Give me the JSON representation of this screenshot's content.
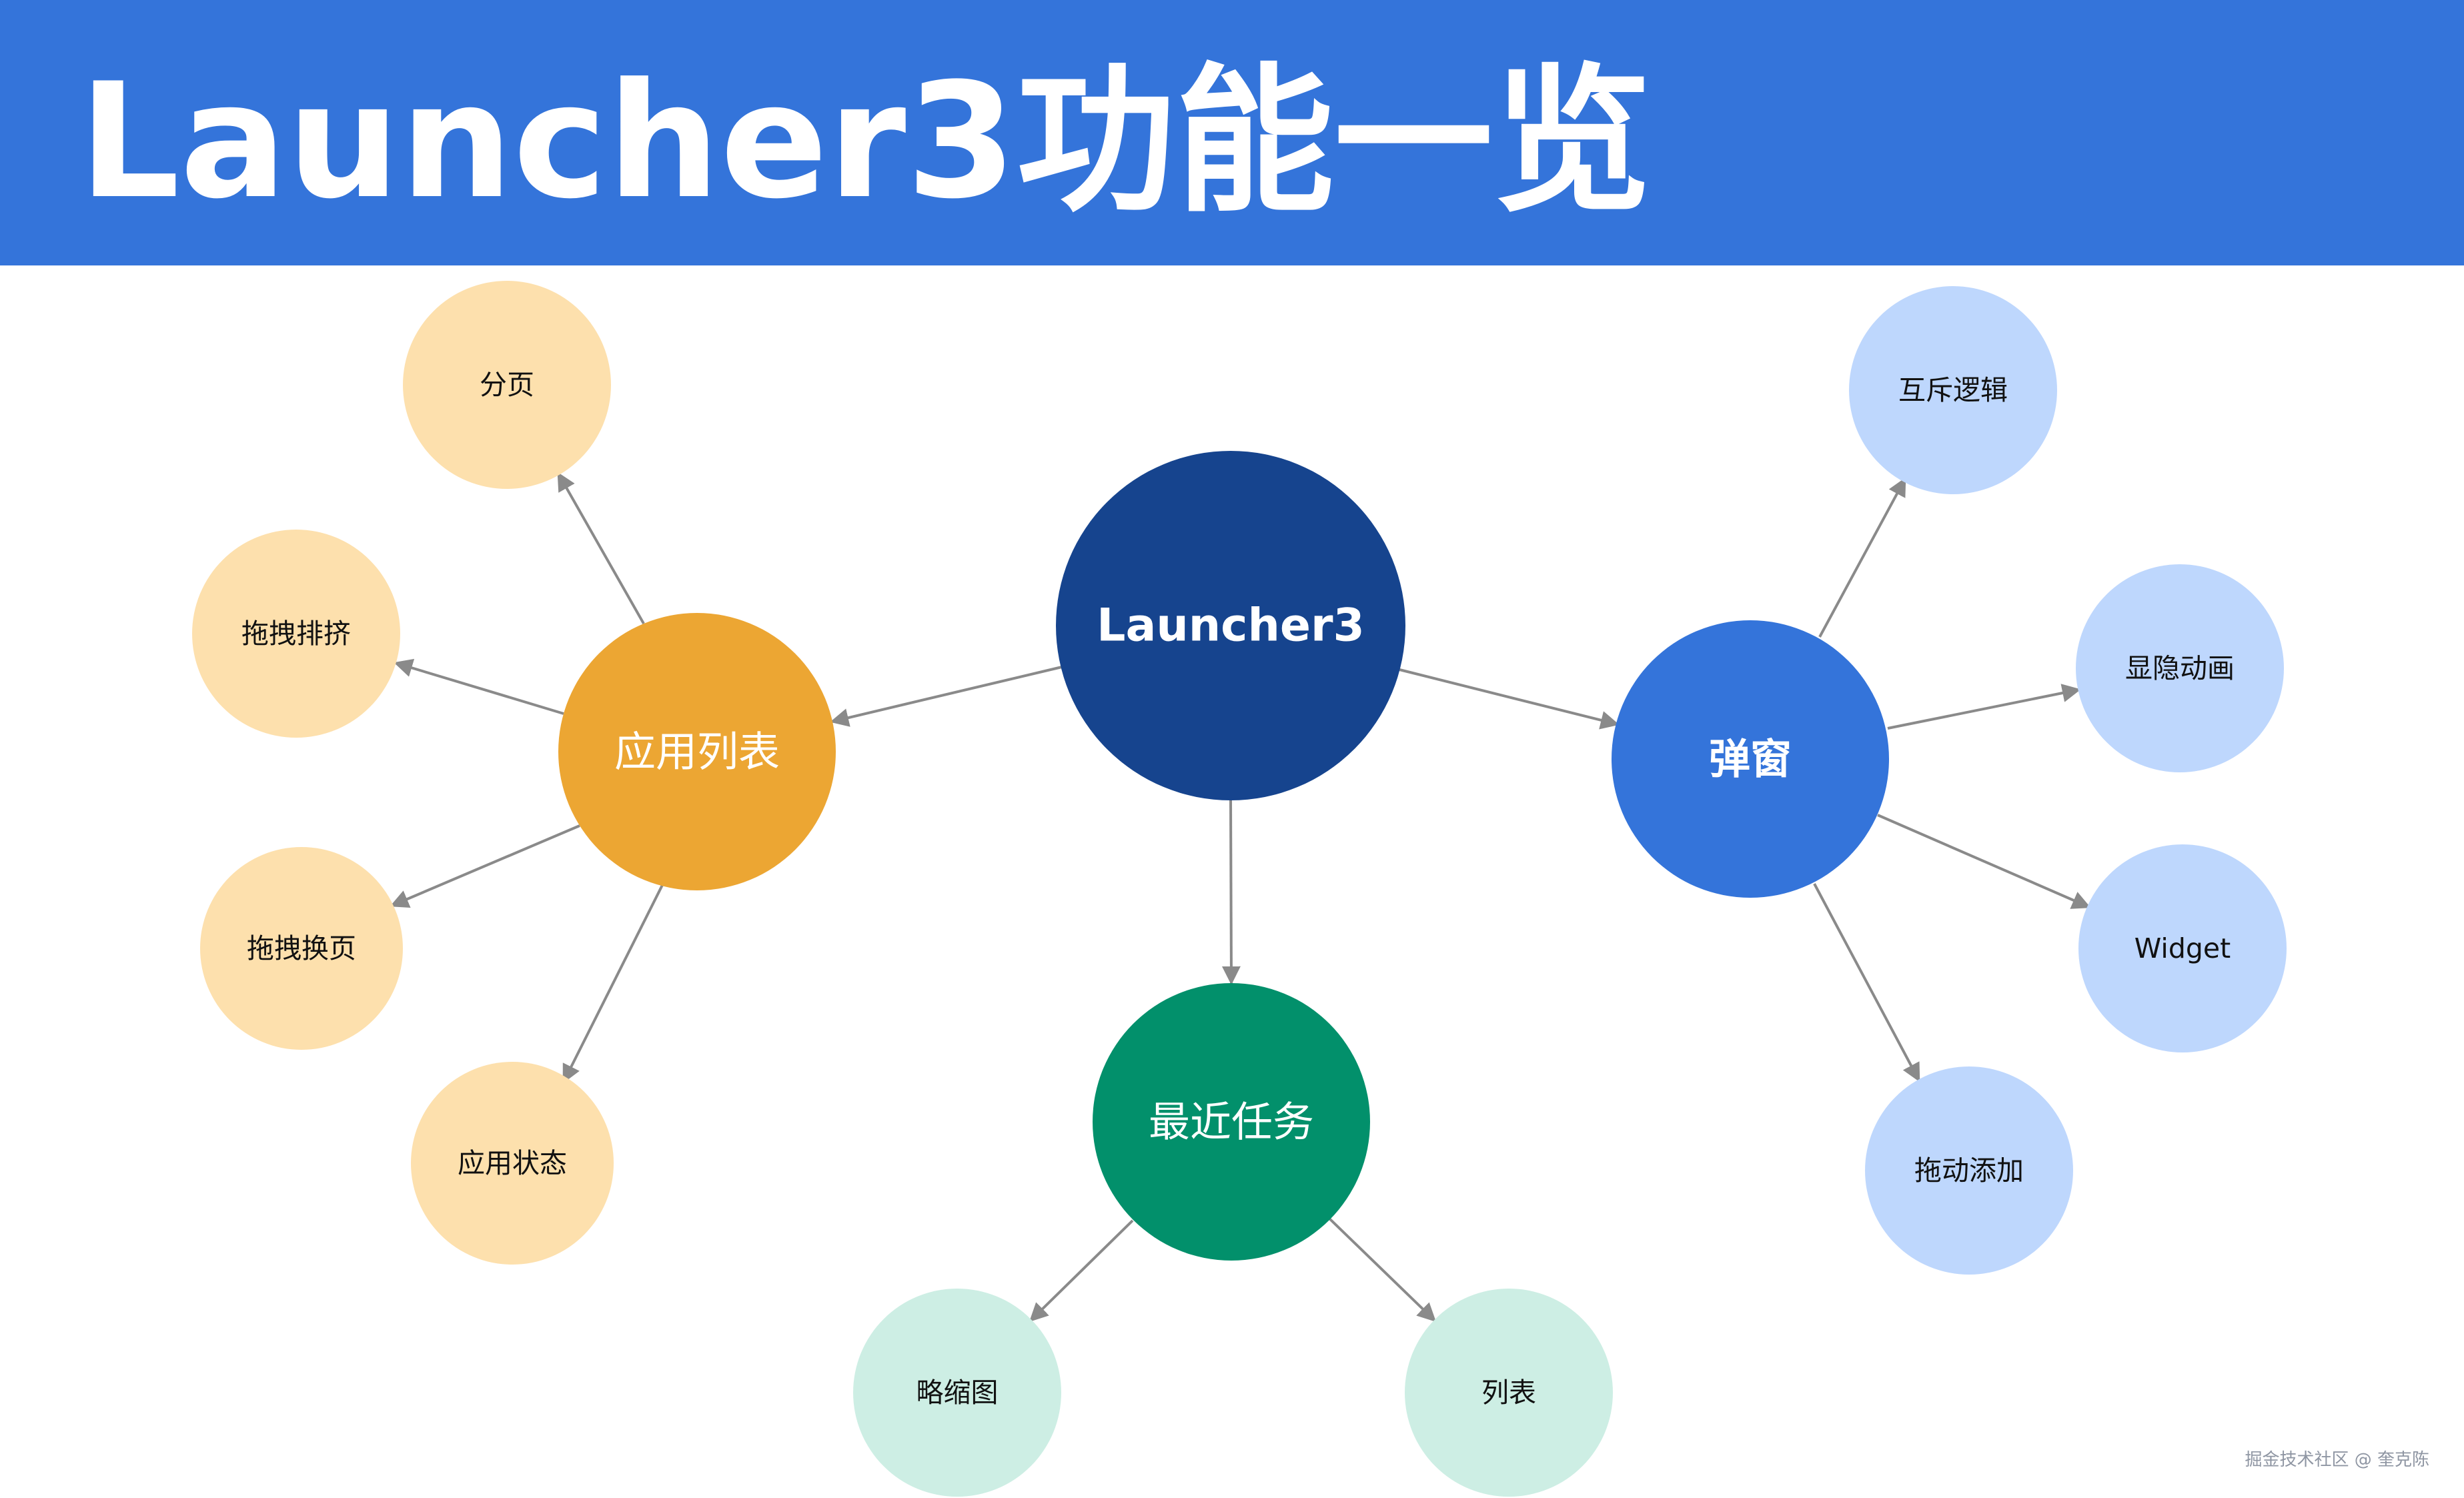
{
  "header": {
    "title": "Launcher3功能一览"
  },
  "diagram": {
    "center": {
      "label": "Launcher3"
    },
    "app_list": {
      "label": "应用列表",
      "children": [
        "分页",
        "拖拽排挤",
        "拖拽换页",
        "应用状态"
      ]
    },
    "popup": {
      "label": "弹窗",
      "children": [
        "互斥逻辑",
        "显隐动画",
        "Widget",
        "拖动添加"
      ]
    },
    "recent_tasks": {
      "label": "最近任务",
      "children": [
        "略缩图",
        "列表"
      ]
    }
  },
  "colors": {
    "header_bg": "#3474da",
    "center": "#16448e",
    "app_list": "#eca633",
    "app_list_child": "#fde0ad",
    "popup": "#3474da",
    "popup_child": "#bed7fd",
    "recent_tasks": "#02906b",
    "recent_tasks_child": "#cdeee4",
    "edge": "#8a8a8a"
  },
  "watermark": "掘金技术社区 @ 奎克陈"
}
